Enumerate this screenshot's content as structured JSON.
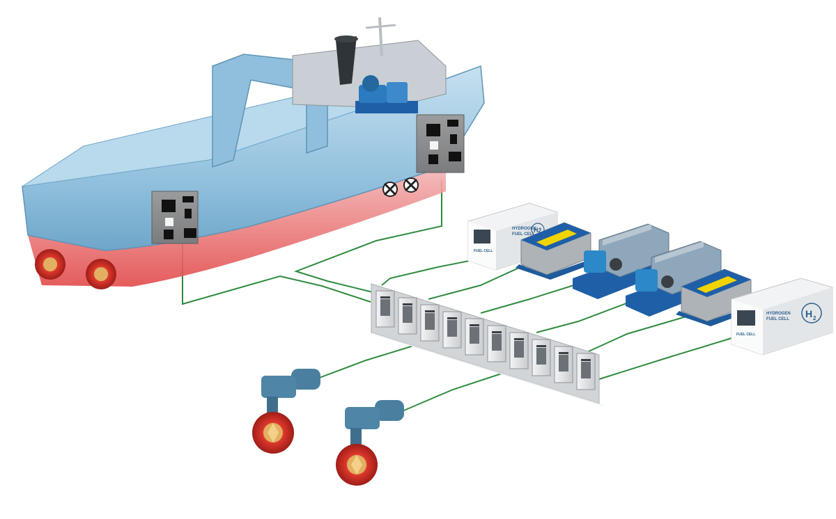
{
  "colors": {
    "background": "#ffffff",
    "cable": "#2e8b3e",
    "hull": "#9cc8e2",
    "hull_dark": "#6aa3c8",
    "hull_bottom": "#e26a6a",
    "propeller_red": "#d8342a",
    "motor_blue": "#4a7fa0",
    "battery_yellow": "#f2d400",
    "battery_blue": "#1f5fa8",
    "cabinet_grey": "#d7d9db",
    "fuel_cell_white": "#eef0f2"
  },
  "fuel_cell_left": {
    "small_label": "FUEL CELL",
    "side_label_1": "HYDROGEN",
    "side_label_2": "FUEL CELL",
    "symbol": "H2"
  },
  "fuel_cell_right": {
    "small_label": "FUEL CELL",
    "side_label_1": "HYDROGEN",
    "side_label_2": "FUEL CELL",
    "symbol_main": "H",
    "symbol_sub": "2"
  },
  "icons": [
    "ship-icon",
    "control-panel-icon",
    "generator-icon",
    "battery-icon",
    "engine-icon",
    "hydrogen-fuel-cell-icon",
    "switchboard-icon",
    "azimuth-thruster-icon"
  ]
}
